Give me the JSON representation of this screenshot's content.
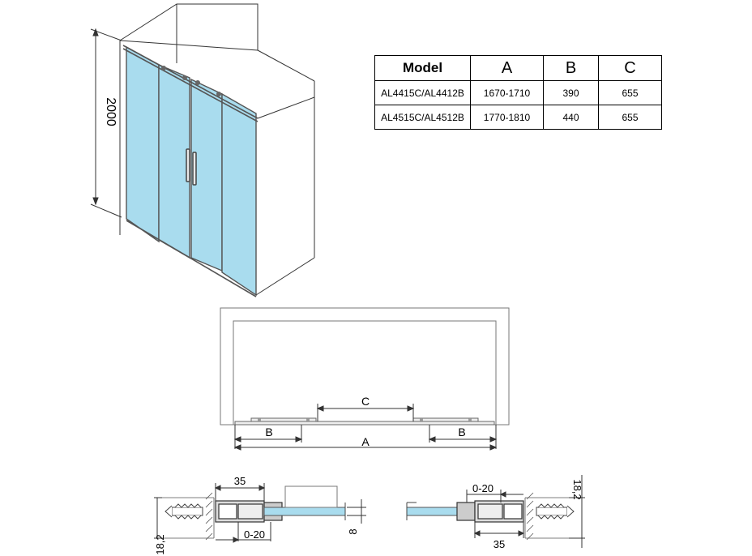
{
  "dimensions_table": {
    "headers": [
      "Model",
      "A",
      "B",
      "C"
    ],
    "rows": [
      [
        "AL4415C/AL4412B",
        "1670-1710",
        "390",
        "655"
      ],
      [
        "AL4515C/AL4512B",
        "1770-1810",
        "440",
        "655"
      ]
    ]
  },
  "perspective_view": {
    "height_label": "2000",
    "glass_color": "#a9dcee",
    "frame_color": "#555555"
  },
  "top_view": {
    "label_c": "C",
    "label_b_left": "B",
    "label_a": "A",
    "label_b_right": "B"
  },
  "left_profile_detail": {
    "width_label": "35",
    "adjust_label": "0-20",
    "glass_label": "8",
    "depth_label": "18,2"
  },
  "right_profile_detail": {
    "adjust_label": "0-20",
    "width_label": "35",
    "depth_label": "18,2"
  }
}
